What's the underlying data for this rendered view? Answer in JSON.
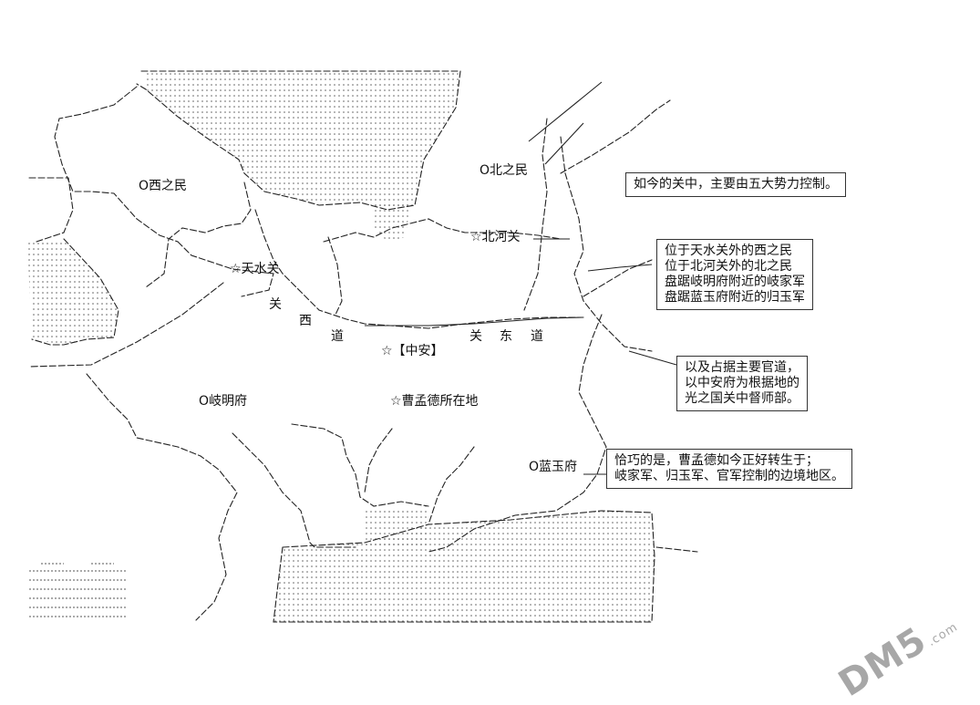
{
  "places": {
    "xizhimin": "O西之民",
    "beizhimin": "O北之民",
    "tianshuiguan": "☆天水关",
    "beiheguan": "☆北河关",
    "zhongan": "☆【中安】",
    "qimingfu": "O岐明府",
    "caomengde": "☆曹孟德所在地",
    "lanyufu": "O蓝玉府"
  },
  "roads": {
    "guan": "关",
    "xi": "西",
    "dao1": "道",
    "guan2": "关",
    "dong": "东",
    "dao2": "道"
  },
  "notes": {
    "note1": [
      "如今的关中，主要由五大势力控制。"
    ],
    "note2": [
      "位于天水关外的西之民",
      "位于北河关外的北之民",
      "盘踞岐明府附近的岐家军",
      "盘踞蓝玉府附近的归玉军"
    ],
    "note3": [
      "以及占据主要官道，",
      "以中安府为根据地的",
      "光之国关中督师部。"
    ],
    "note4": [
      "恰巧的是，曹孟德如今正好转生于；",
      "岐家军、归玉军、官军控制的边境地区。"
    ]
  },
  "watermark": {
    "text": "DM5",
    "suffix": ".com"
  }
}
